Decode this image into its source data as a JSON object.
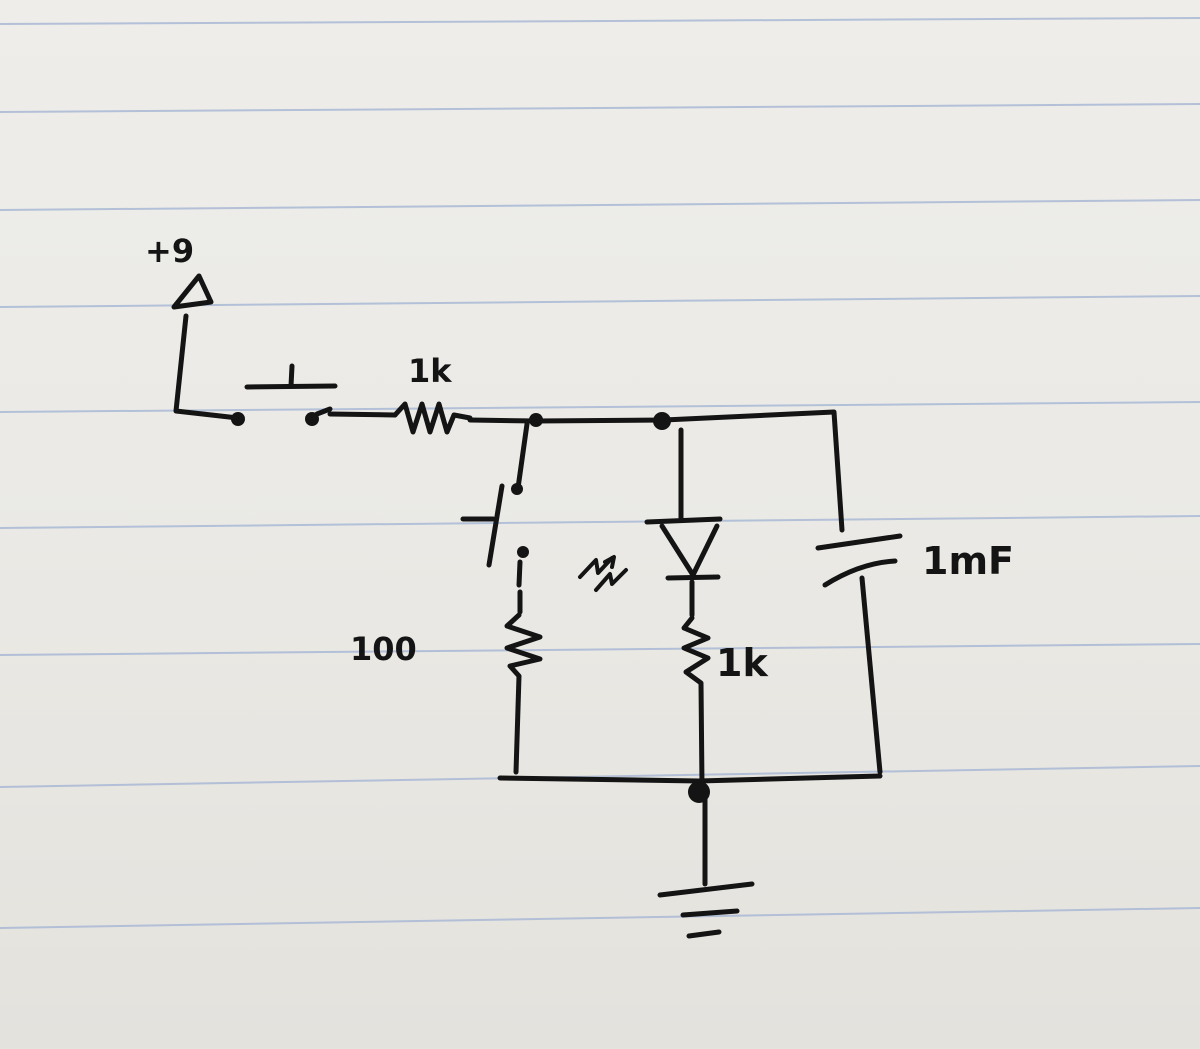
{
  "diagram": {
    "supply_label": "+9",
    "series_resistor_label": "1k",
    "discharge_resistor_label": "100",
    "led_resistor_label": "1k",
    "capacitor_label": "1mF"
  },
  "colors": {
    "paper": "#eceae6",
    "rule_line": "#a9b9d6",
    "ink": "#141414"
  }
}
